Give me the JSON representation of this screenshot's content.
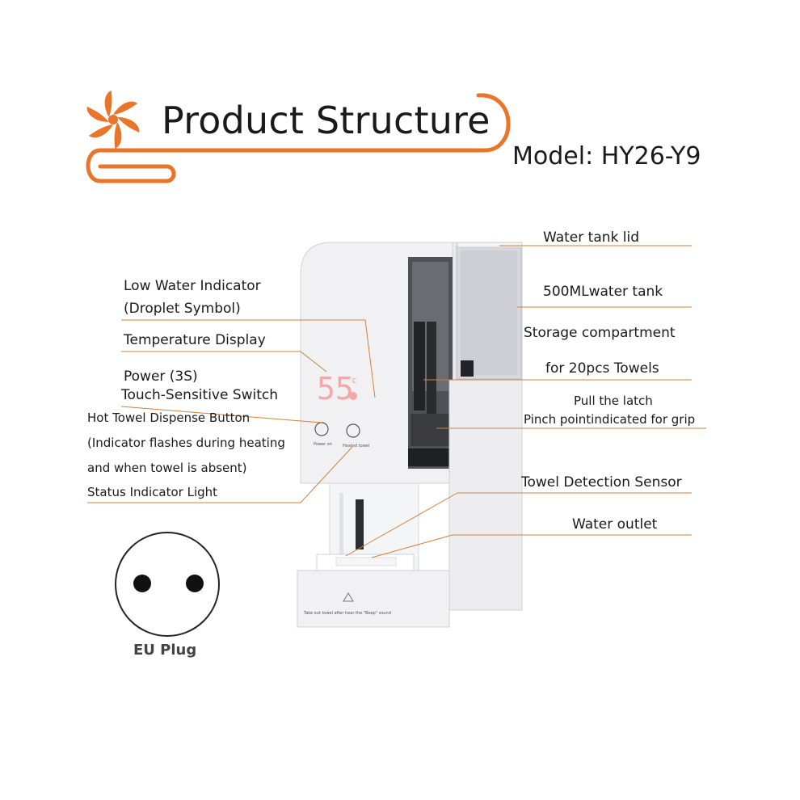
{
  "header": {
    "title": "Product Structure",
    "model": "Model: HY26-Y9",
    "accent_color": "#e8752a"
  },
  "labels": {
    "water_tank_lid": "Water tank lid",
    "water_tank": "500MLwater tank",
    "storage_1": "Storage compartment",
    "storage_2": "for 20pcs Towels",
    "latch_1": "Pull the latch",
    "latch_2": "Pinch pointindicated for grip",
    "towel_sensor": "Towel Detection Sensor",
    "water_outlet": "Water outlet",
    "low_water_1": "Low Water Indicator",
    "low_water_2": "(Droplet Symbol)",
    "temp_display": "Temperature Display",
    "power_1": "Power (3S)",
    "power_2": "Touch-Sensitive Switch",
    "hot_towel_1": "Hot Towel Dispense Button",
    "hot_towel_2": "(Indicator flashes during heating",
    "hot_towel_3": "and when towel is absent)",
    "status_light": "Status Indicator Light"
  },
  "device": {
    "display_value": "55",
    "display_unit": "°c",
    "button_1_label": "Power on",
    "button_2_label": "Heated towel",
    "warning_text": "Take out towel after hear the \"Beep\" sound",
    "display_color": "#f3a7a7"
  },
  "plug": {
    "label": "EU Plug"
  }
}
